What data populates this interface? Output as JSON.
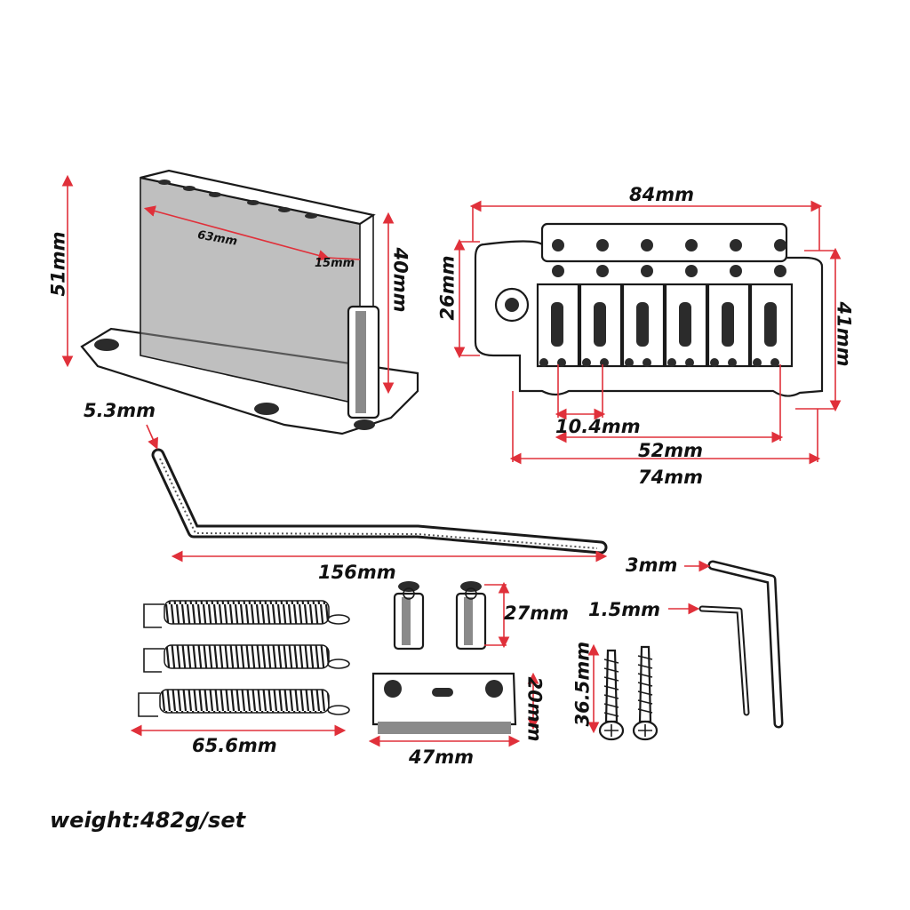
{
  "labels": {
    "block_width": "63mm",
    "block_depth": "15mm",
    "block_height": "40mm",
    "block_total_height": "51mm",
    "bridge_width": "84mm",
    "bridge_height": "41mm",
    "bridge_front": "26mm",
    "spacing": "10.4mm",
    "string_span": "52mm",
    "base_width": "74mm",
    "arm_diameter": "5.3mm",
    "arm_length": "156mm",
    "spring_length": "65.6mm",
    "bushing_height": "27mm",
    "claw_height": "20mm",
    "claw_width": "47mm",
    "screw_length": "36.5mm",
    "wrench_large": "3mm",
    "wrench_small": "1.5mm"
  },
  "footer": {
    "weight": "weight:482g/set"
  },
  "colors": {
    "dimension_line": "#e0303a",
    "ink": "#1a1a1a"
  }
}
